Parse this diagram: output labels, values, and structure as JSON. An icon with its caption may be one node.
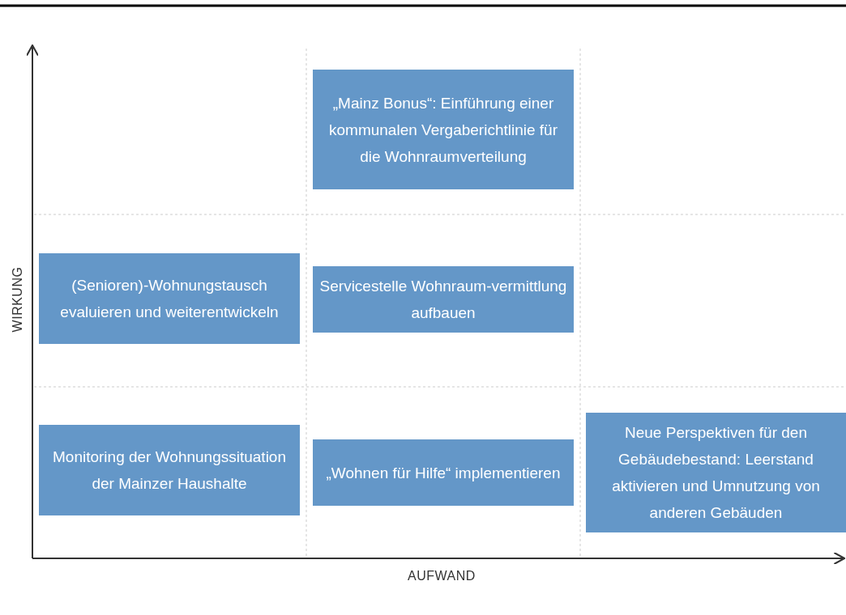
{
  "diagram": {
    "nodes": [
      {
        "text": [
          "„Mainz Bonus“: Einführung einer kommunalen Vergaberichtlinie für die Wohnraumverteilung"
        ]
      },
      {
        "text": [
          "(Senioren)-Wohnungstausch evaluieren und weiterentwickeln"
        ]
      },
      {
        "text": [
          "Servicestelle Wohnraum-vermittlung aufbauen"
        ]
      },
      {
        "text": [
          "Monitoring der Wohnungssituation der Mainzer Haushalte"
        ]
      },
      {
        "text": [
          "„Wohnen für Hilfe“ implementieren"
        ]
      },
      {
        "text": [
          "Neue Perspektiven für den Gebäudebestand: Leerstand aktivieren und Umnutzung von anderen Gebäuden"
        ]
      }
    ],
    "edges": [],
    "labels": [
      "WIRKUNG",
      "AUFWAND"
    ]
  }
}
